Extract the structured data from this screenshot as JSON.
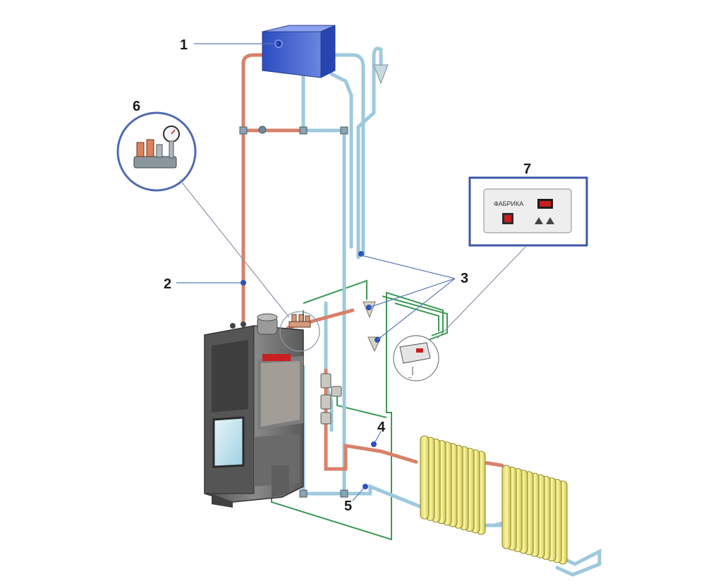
{
  "colors": {
    "hot_pipe": "#d9816a",
    "cold_pipe": "#9ec9dc",
    "wire": "#3c9a55",
    "tank": "#3f5fd0",
    "stove": "#6f6f6f",
    "radiator": "#ece47a",
    "callout_ring": "#4f6ab0",
    "leader_line": "#5a7ab8",
    "panel_display": "#c81e1e"
  },
  "callouts": [
    {
      "id": "1",
      "label": "1"
    },
    {
      "id": "2",
      "label": "2"
    },
    {
      "id": "3",
      "label": "3"
    },
    {
      "id": "4",
      "label": "4"
    },
    {
      "id": "5",
      "label": "5"
    },
    {
      "id": "6",
      "label": "6"
    },
    {
      "id": "7",
      "label": "7"
    }
  ],
  "control_panel": {
    "brand": "ФАБРИКА"
  },
  "icons": {
    "pressure_gauge": "gauge-icon",
    "pump": "pump-icon",
    "controller": "controller-icon",
    "expansion_tank": "tank-icon",
    "radiator": "radiator-icon"
  }
}
